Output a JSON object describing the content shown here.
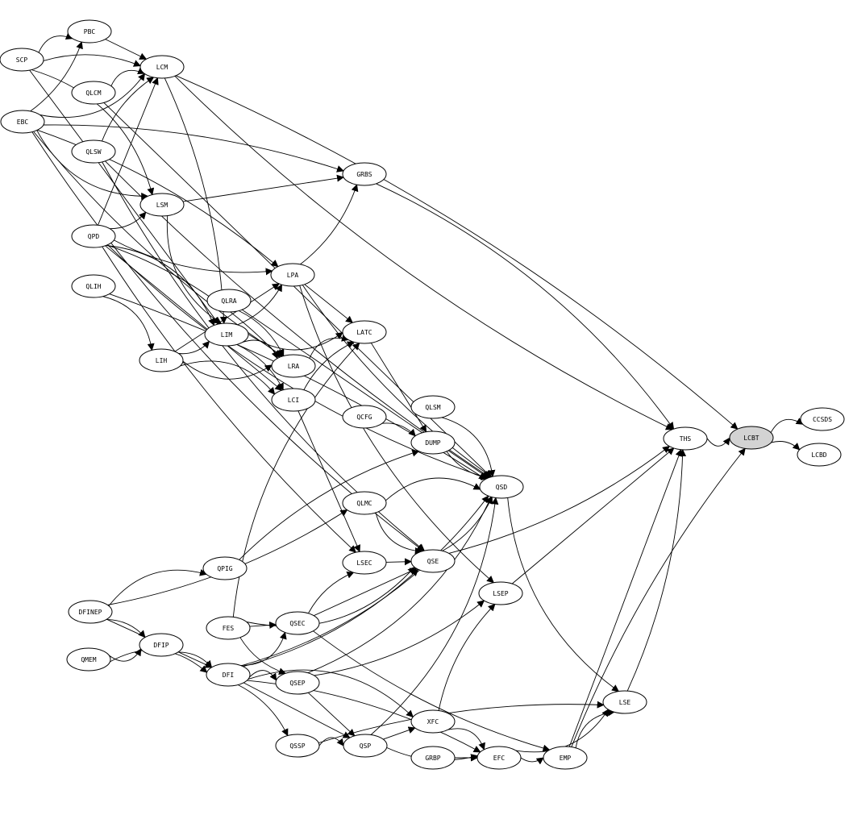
{
  "graph": {
    "nodes": [
      {
        "id": "SCP",
        "label": "SCP"
      },
      {
        "id": "PBC",
        "label": "PBC"
      },
      {
        "id": "LCM",
        "label": "LCM"
      },
      {
        "id": "QLCM",
        "label": "QLCM"
      },
      {
        "id": "EBC",
        "label": "EBC"
      },
      {
        "id": "QLSW",
        "label": "QLSW"
      },
      {
        "id": "GRBS",
        "label": "GRBS"
      },
      {
        "id": "LSM",
        "label": "LSM"
      },
      {
        "id": "QPD",
        "label": "QPD"
      },
      {
        "id": "QLIH",
        "label": "QLIH"
      },
      {
        "id": "LPA",
        "label": "LPA"
      },
      {
        "id": "QLRA",
        "label": "QLRA"
      },
      {
        "id": "LIM",
        "label": "LIM"
      },
      {
        "id": "LATC",
        "label": "LATC"
      },
      {
        "id": "LIH",
        "label": "LIH"
      },
      {
        "id": "LRA",
        "label": "LRA"
      },
      {
        "id": "LCI",
        "label": "LCI"
      },
      {
        "id": "QLSM",
        "label": "QLSM"
      },
      {
        "id": "QCFG",
        "label": "QCFG"
      },
      {
        "id": "DUMP",
        "label": "DUMP"
      },
      {
        "id": "THS",
        "label": "THS"
      },
      {
        "id": "LCBT",
        "label": "LCBT",
        "highlight": true
      },
      {
        "id": "CCSDS",
        "label": "CCSDS"
      },
      {
        "id": "LCBD",
        "label": "LCBD"
      },
      {
        "id": "QSD",
        "label": "QSD"
      },
      {
        "id": "QLMC",
        "label": "QLMC"
      },
      {
        "id": "QPIG",
        "label": "QPIG"
      },
      {
        "id": "LSEC",
        "label": "LSEC"
      },
      {
        "id": "QSE",
        "label": "QSE"
      },
      {
        "id": "DFINEP",
        "label": "DFINEP"
      },
      {
        "id": "LSEP",
        "label": "LSEP"
      },
      {
        "id": "FES",
        "label": "FES"
      },
      {
        "id": "QSEC",
        "label": "QSEC"
      },
      {
        "id": "DFIP",
        "label": "DFIP"
      },
      {
        "id": "QMEM",
        "label": "QMEM"
      },
      {
        "id": "DFI",
        "label": "DFI"
      },
      {
        "id": "QSEP",
        "label": "QSEP"
      },
      {
        "id": "LSE",
        "label": "LSE"
      },
      {
        "id": "XFC",
        "label": "XFC"
      },
      {
        "id": "QSSP",
        "label": "QSSP"
      },
      {
        "id": "QSP",
        "label": "QSP"
      },
      {
        "id": "GRBP",
        "label": "GRBP"
      },
      {
        "id": "EFC",
        "label": "EFC"
      },
      {
        "id": "EMP",
        "label": "EMP"
      }
    ],
    "edges": [
      [
        "SCP",
        "PBC"
      ],
      [
        "SCP",
        "LCM"
      ],
      [
        "PBC",
        "LCM"
      ],
      [
        "EBC",
        "PBC"
      ],
      [
        "EBC",
        "LCM"
      ],
      [
        "QLCM",
        "LCM"
      ],
      [
        "QLSW",
        "LCM"
      ],
      [
        "QPD",
        "LCM"
      ],
      [
        "QPD",
        "LSM"
      ],
      [
        "EBC",
        "LSM"
      ],
      [
        "SCP",
        "LSM"
      ],
      [
        "EBC",
        "GRBS"
      ],
      [
        "LSM",
        "GRBS"
      ],
      [
        "LPA",
        "GRBS"
      ],
      [
        "LCM",
        "THS"
      ],
      [
        "LCM",
        "LCBT"
      ],
      [
        "LCM",
        "LIM"
      ],
      [
        "QLCM",
        "QSD"
      ],
      [
        "QLSW",
        "QSD"
      ],
      [
        "QLSW",
        "QSE"
      ],
      [
        "GRBS",
        "THS"
      ],
      [
        "EBC",
        "LPA"
      ],
      [
        "SCP",
        "LIM"
      ],
      [
        "QPD",
        "LPA"
      ],
      [
        "QPD",
        "QSD"
      ],
      [
        "QPD",
        "LIM"
      ],
      [
        "QPD",
        "LRA"
      ],
      [
        "QPD",
        "LCI"
      ],
      [
        "QPD",
        "LSEC"
      ],
      [
        "LSM",
        "LIM"
      ],
      [
        "QLIH",
        "LIH"
      ],
      [
        "QLIH",
        "QSD"
      ],
      [
        "LIH",
        "LPA"
      ],
      [
        "LIH",
        "LIM"
      ],
      [
        "LIH",
        "LRA"
      ],
      [
        "LIH",
        "LCI"
      ],
      [
        "QLRA",
        "LRA"
      ],
      [
        "QLRA",
        "QSD"
      ],
      [
        "LIM",
        "LPA"
      ],
      [
        "LIM",
        "LATC"
      ],
      [
        "LIM",
        "LRA"
      ],
      [
        "LIM",
        "LCI"
      ],
      [
        "LPA",
        "LATC"
      ],
      [
        "LPA",
        "QSD"
      ],
      [
        "LPA",
        "LSEP"
      ],
      [
        "LRA",
        "LATC"
      ],
      [
        "LCI",
        "LATC"
      ],
      [
        "LCI",
        "LSEC"
      ],
      [
        "EBC",
        "LRA"
      ],
      [
        "EBC",
        "QSE"
      ],
      [
        "QLSM",
        "QSD"
      ],
      [
        "QCFG",
        "DUMP"
      ],
      [
        "LATC",
        "DUMP"
      ],
      [
        "DUMP",
        "QSD"
      ],
      [
        "QLMC",
        "QSE"
      ],
      [
        "QLMC",
        "QSD"
      ],
      [
        "QPIG",
        "DUMP"
      ],
      [
        "LSEC",
        "QSE"
      ],
      [
        "QSE",
        "QSD"
      ],
      [
        "QSD",
        "LSE"
      ],
      [
        "DFINEP",
        "QPIG"
      ],
      [
        "DFINEP",
        "DFIP"
      ],
      [
        "DFINEP",
        "DFI"
      ],
      [
        "DFINEP",
        "QLMC"
      ],
      [
        "QMEM",
        "DFIP"
      ],
      [
        "QMEM",
        "DFI"
      ],
      [
        "DFIP",
        "DFI"
      ],
      [
        "FES",
        "QSEC"
      ],
      [
        "FES",
        "QSEP"
      ],
      [
        "FES",
        "QSE"
      ],
      [
        "FES",
        "LATC"
      ],
      [
        "QSEC",
        "LSEC"
      ],
      [
        "QSEC",
        "QSE"
      ],
      [
        "QSEC",
        "EMP"
      ],
      [
        "DFI",
        "QSEC"
      ],
      [
        "DFI",
        "QSEP"
      ],
      [
        "DFI",
        "QSSP"
      ],
      [
        "DFI",
        "QSP"
      ],
      [
        "DFI",
        "QSE"
      ],
      [
        "DFI",
        "QSD"
      ],
      [
        "DFI",
        "XFC"
      ],
      [
        "DFI",
        "EFC"
      ],
      [
        "QSEP",
        "QSP"
      ],
      [
        "QSEP",
        "LSEP"
      ],
      [
        "QSEP",
        "QSD"
      ],
      [
        "QSSP",
        "QSP"
      ],
      [
        "QSSP",
        "LSE"
      ],
      [
        "QSP",
        "XFC"
      ],
      [
        "QSP",
        "EFC"
      ],
      [
        "QSP",
        "QSD"
      ],
      [
        "XFC",
        "EFC"
      ],
      [
        "XFC",
        "LSEP"
      ],
      [
        "GRBP",
        "EFC"
      ],
      [
        "EFC",
        "EMP"
      ],
      [
        "EFC",
        "LSE"
      ],
      [
        "EMP",
        "LSE"
      ],
      [
        "EMP",
        "LCBT"
      ],
      [
        "EMP",
        "THS"
      ],
      [
        "LSE",
        "THS"
      ],
      [
        "THS",
        "LCBT"
      ],
      [
        "LCBT",
        "CCSDS"
      ],
      [
        "LCBT",
        "LCBD"
      ],
      [
        "LSEP",
        "THS"
      ],
      [
        "QSE",
        "THS"
      ]
    ]
  }
}
